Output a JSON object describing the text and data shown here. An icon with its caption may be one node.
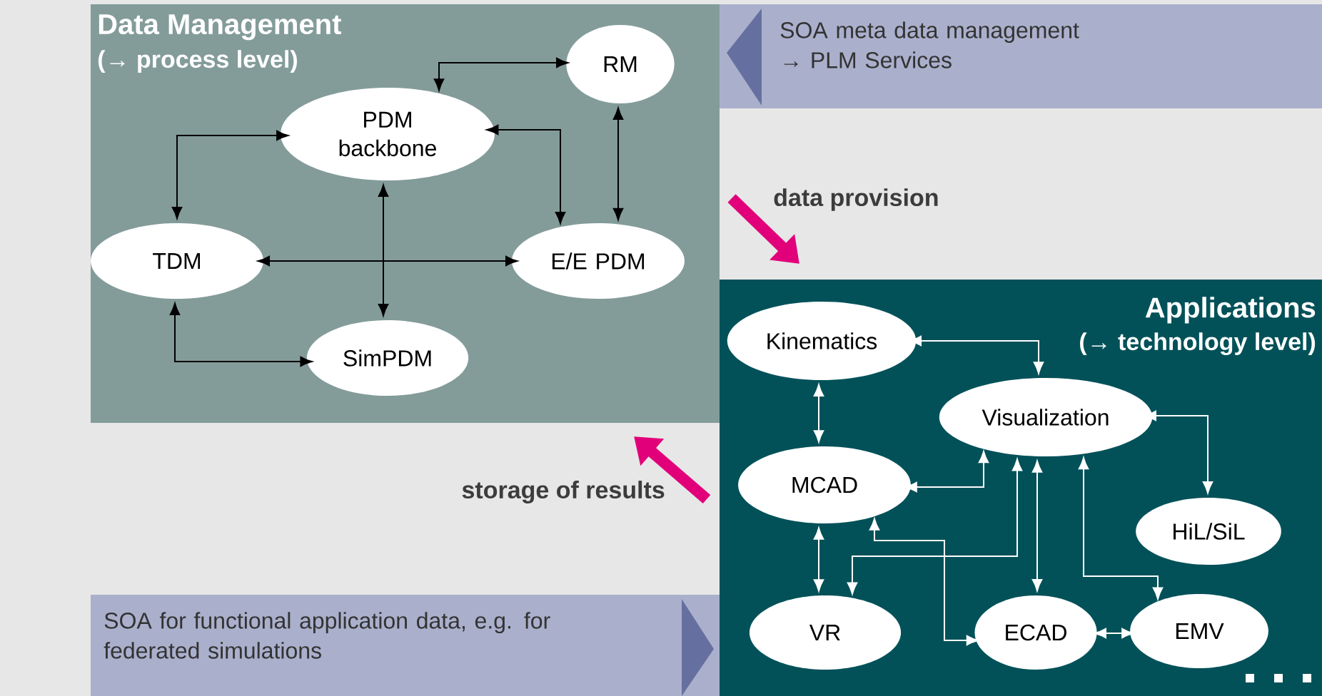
{
  "diagram": {
    "nodes": [
      {
        "text": [
          "Data Management",
          "(→ process level)"
        ]
      },
      {
        "text": [
          "RM"
        ],
        "in": 0
      },
      {
        "text": [
          "PDM backbone"
        ],
        "in": 0
      },
      {
        "text": [
          "TDM"
        ],
        "in": 0
      },
      {
        "text": [
          "E/E PDM"
        ],
        "in": 0
      },
      {
        "text": [
          "SimPDM"
        ],
        "in": 0
      },
      {
        "text": [
          "SOA meta data management → PLM Services"
        ]
      },
      {
        "text": [
          "Applications",
          "(→ technology level)"
        ]
      },
      {
        "text": [
          "Kinematics"
        ],
        "in": 7
      },
      {
        "text": [
          "Visualization"
        ],
        "in": 7
      },
      {
        "text": [
          "MCAD"
        ],
        "in": 7
      },
      {
        "text": [
          "HiL/SiL"
        ],
        "in": 7
      },
      {
        "text": [
          "VR"
        ],
        "in": 7
      },
      {
        "text": [
          "ECAD"
        ],
        "in": 7
      },
      {
        "text": [
          "EMV"
        ],
        "in": 7
      },
      {
        "text": [
          "SOA for functional application data, e.g. for federated simulations"
        ]
      }
    ],
    "edges": [
      {
        "from": 2,
        "to": 1,
        "arrow": "both",
        "color": "#000000"
      },
      {
        "from": 2,
        "to": 4,
        "arrow": "both",
        "color": "#000000"
      },
      {
        "from": 1,
        "to": 4,
        "arrow": "both",
        "color": "#000000"
      },
      {
        "from": 3,
        "to": 2,
        "arrow": "both",
        "color": "#000000"
      },
      {
        "from": 3,
        "to": 4,
        "arrow": "both",
        "color": "#000000"
      },
      {
        "from": 2,
        "to": 5,
        "arrow": "both",
        "color": "#000000"
      },
      {
        "from": 3,
        "to": 5,
        "arrow": "both",
        "color": "#000000"
      },
      {
        "from": 8,
        "to": 9,
        "arrow": "both"
      },
      {
        "from": 8,
        "to": 10,
        "arrow": "both"
      },
      {
        "from": 9,
        "to": 11,
        "arrow": "both"
      },
      {
        "from": 10,
        "to": 9,
        "arrow": "both"
      },
      {
        "from": 10,
        "to": 12,
        "arrow": "both"
      },
      {
        "from": 9,
        "to": 12,
        "arrow": "both"
      },
      {
        "from": 10,
        "to": 13,
        "arrow": "both"
      },
      {
        "from": 9,
        "to": 13,
        "arrow": "both"
      },
      {
        "from": 9,
        "to": 14,
        "arrow": "both"
      },
      {
        "from": 13,
        "to": 14,
        "arrow": "both"
      },
      {
        "from": 0,
        "to": 7,
        "arrow": "to",
        "label": "data provision",
        "style": "thick",
        "color": "#e2007a"
      },
      {
        "from": 7,
        "to": 0,
        "arrow": "to",
        "label": "storage of results",
        "style": "thick",
        "color": "#e2007a"
      }
    ]
  }
}
